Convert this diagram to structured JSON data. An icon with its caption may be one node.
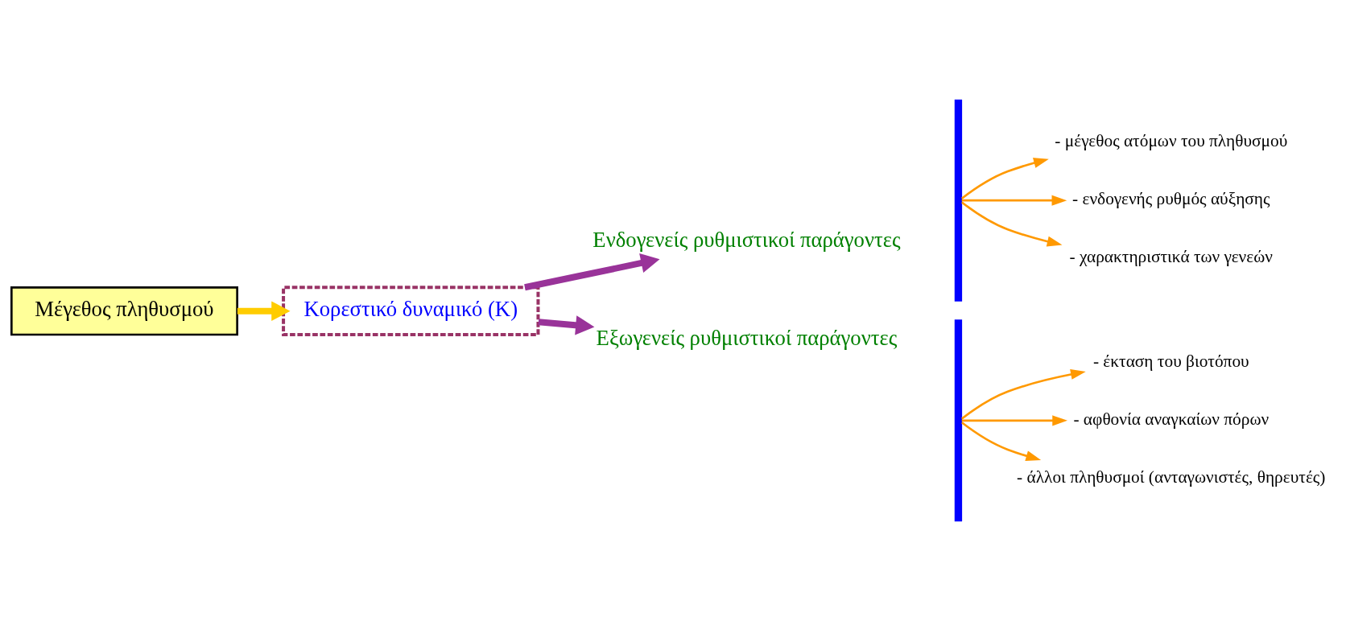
{
  "diagram": {
    "nodes": [
      {
        "text": [
          "Μέγεθος πληθυσμού"
        ]
      },
      {
        "text": [
          "Κορεστικό δυναμικό (K)"
        ]
      },
      {
        "text": [
          "Ενδογενείς ρυθμιστικοί παράγοντες"
        ]
      },
      {
        "text": [
          "Εξωγενείς ρυθμιστικοί παράγοντες"
        ]
      },
      {
        "text": [],
        "shape": "bar"
      },
      {
        "text": [],
        "shape": "bar"
      },
      {
        "text": [
          "- μέγεθος ατόμων του πληθυσμού"
        ]
      },
      {
        "text": [
          "- ενδογενής ρυθμός αύξησης"
        ]
      },
      {
        "text": [
          "- χαρακτηριστικά των γενεών"
        ]
      },
      {
        "text": [
          "- έκταση του βιοτόπου"
        ]
      },
      {
        "text": [
          "- αφθονία αναγκαίων πόρων"
        ]
      },
      {
        "text": [
          "- άλλοι πληθυσμοί (ανταγωνιστές, θηρευτές)"
        ]
      }
    ],
    "edges": [
      {
        "from": 0,
        "to": 1,
        "arrow": "to",
        "style": "thick",
        "color": "#ffcc00"
      },
      {
        "from": 1,
        "to": 2,
        "arrow": "to",
        "style": "thick",
        "color": "#993399"
      },
      {
        "from": 1,
        "to": 3,
        "arrow": "to",
        "style": "thick",
        "color": "#993399"
      },
      {
        "from": 4,
        "to": 6,
        "arrow": "to"
      },
      {
        "from": 4,
        "to": 7,
        "arrow": "to"
      },
      {
        "from": 4,
        "to": 8,
        "arrow": "to"
      },
      {
        "from": 5,
        "to": 9,
        "arrow": "to"
      },
      {
        "from": 5,
        "to": 10,
        "arrow": "to"
      },
      {
        "from": 5,
        "to": 11,
        "arrow": "to"
      }
    ]
  }
}
